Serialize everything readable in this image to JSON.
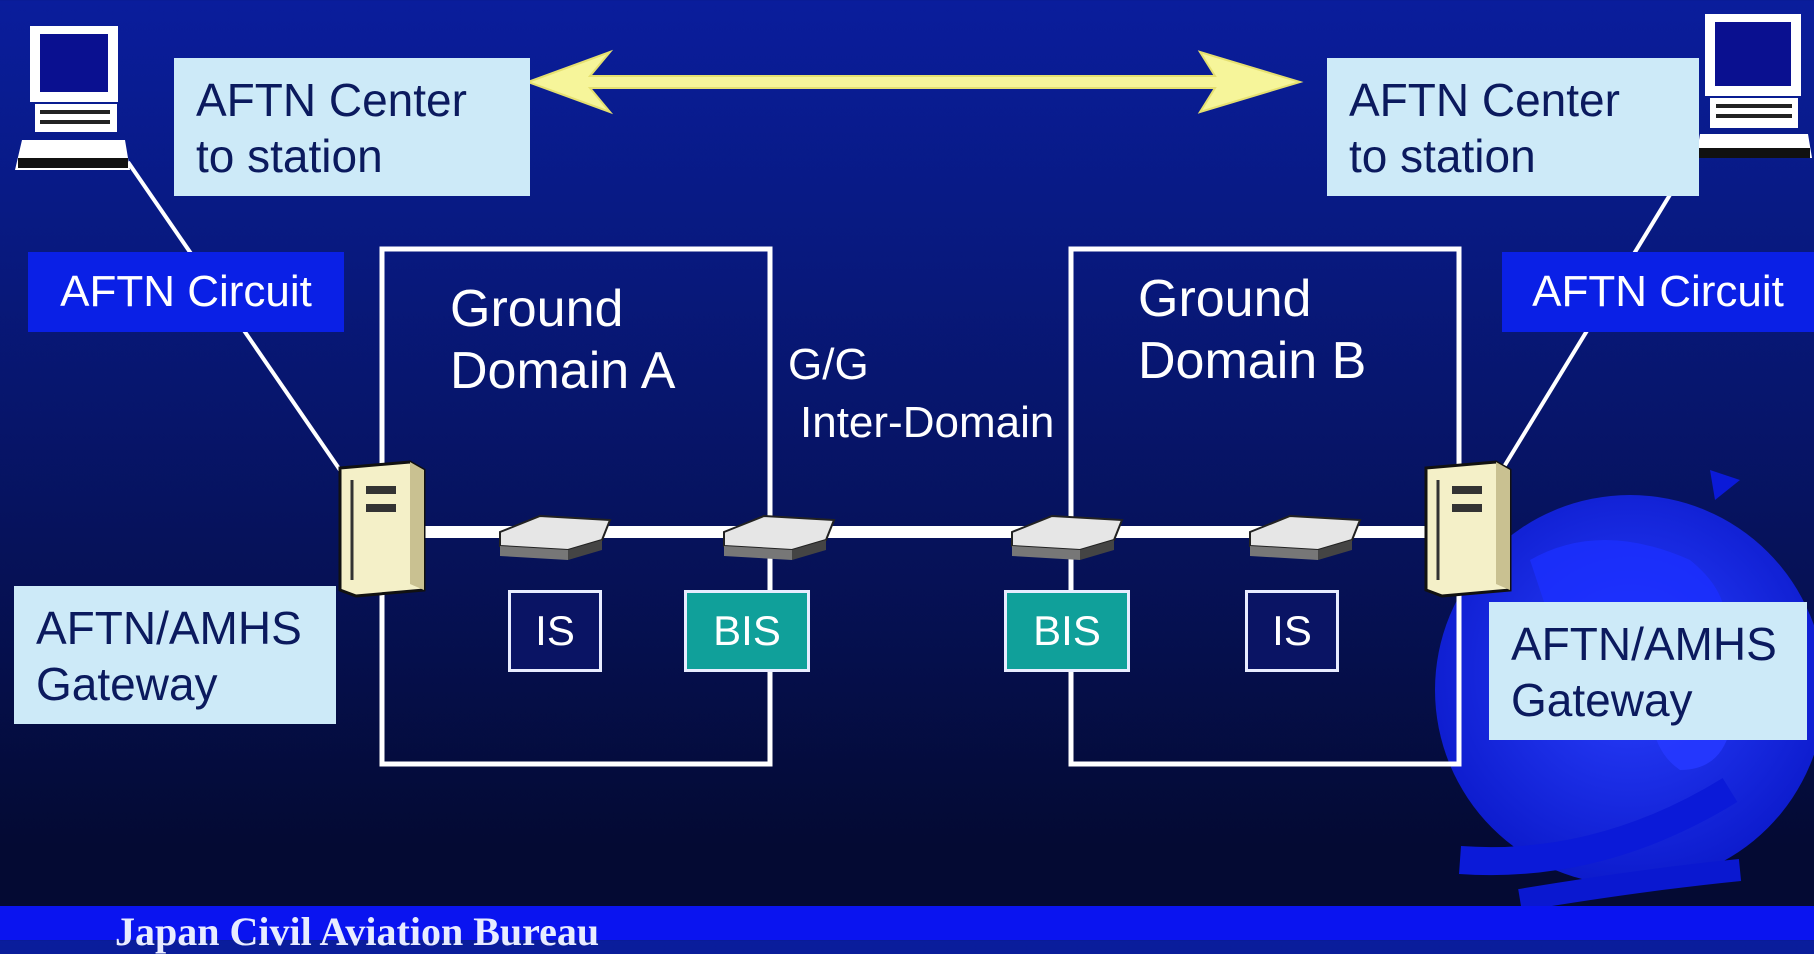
{
  "top_left_box": {
    "line1": "AFTN Center",
    "line2": "to station"
  },
  "top_right_box": {
    "line1": "AFTN Center",
    "line2": "to station"
  },
  "left_circuit": "AFTN Circuit",
  "right_circuit": "AFTN Circuit",
  "domain_a": {
    "line1": "Ground",
    "line2": "Domain A"
  },
  "domain_b": {
    "line1": "Ground",
    "line2": "Domain B"
  },
  "inter_domain": {
    "line1": "G/G",
    "line2": "Inter-Domain"
  },
  "left_gateway": {
    "line1": "AFTN/AMHS",
    "line2": "Gateway"
  },
  "right_gateway": {
    "line1": "AFTN/AMHS",
    "line2": "Gateway"
  },
  "nodes": {
    "is_a": "IS",
    "bis_a": "BIS",
    "bis_b": "BIS",
    "is_b": "IS"
  },
  "footer": "Japan Civil Aviation Bureau",
  "colors": {
    "label_box": "#cdeaf8",
    "circuit_box": "#0a20e6",
    "bis_box": "#10a09a",
    "is_box": "#0a1464",
    "arrow": "#f6f59a"
  }
}
